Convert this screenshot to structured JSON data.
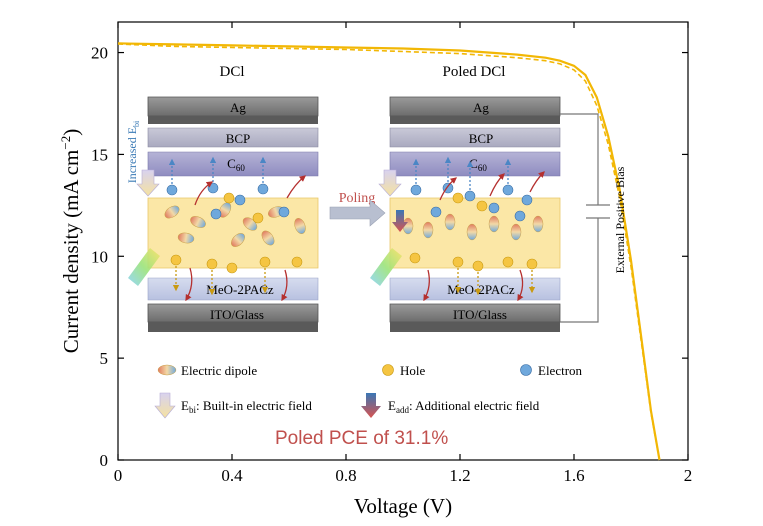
{
  "chart_data": {
    "type": "line",
    "xlabel": "Voltage (V)",
    "ylabel_main": "Current density (mA cm",
    "ylabel_sup": "−2",
    "ylabel_close": ")",
    "xlim": [
      0,
      2
    ],
    "ylim": [
      0,
      21.5
    ],
    "xticks": [
      0,
      0.4,
      0.8,
      1.2,
      1.6,
      2
    ],
    "xtick_labels": [
      "0",
      "0.4",
      "0.8",
      "1.2",
      "1.6",
      "2"
    ],
    "yticks": [
      0,
      5,
      10,
      15,
      20
    ],
    "ytick_labels": [
      "0",
      "5",
      "10",
      "15",
      "20"
    ],
    "grid": false,
    "series": [
      {
        "style": "solid",
        "color": "#f2b705",
        "x": [
          0,
          0.2,
          0.4,
          0.6,
          0.8,
          1.0,
          1.2,
          1.4,
          1.5,
          1.55,
          1.6,
          1.64,
          1.68,
          1.72,
          1.76,
          1.8,
          1.84,
          1.87,
          1.9
        ],
        "y": [
          20.45,
          20.4,
          20.35,
          20.3,
          20.25,
          20.2,
          20.1,
          19.9,
          19.75,
          19.6,
          19.35,
          18.9,
          17.8,
          15.9,
          13.3,
          9.8,
          5.6,
          2.4,
          0
        ]
      },
      {
        "style": "dashed",
        "color": "#f2b705",
        "x": [
          0,
          0.2,
          0.4,
          0.6,
          0.8,
          1.0,
          1.2,
          1.4,
          1.5,
          1.55,
          1.6,
          1.64,
          1.68,
          1.72,
          1.76,
          1.8,
          1.84,
          1.87,
          1.9
        ],
        "y": [
          20.42,
          20.3,
          20.25,
          20.2,
          20.15,
          20.05,
          19.95,
          19.75,
          19.6,
          19.45,
          19.15,
          18.6,
          17.4,
          15.5,
          12.9,
          9.5,
          5.4,
          2.3,
          0
        ]
      }
    ]
  },
  "inset": {
    "left_title": "DCl",
    "right_title": "Poled DCl",
    "layers": {
      "ag": "Ag",
      "bcp": "BCP",
      "c60": "C",
      "c60_sub": "60",
      "htl": "MeO-2PACz",
      "ito": "ITO/Glass"
    },
    "increased_ebi": "Increased E",
    "increased_ebi_sub": "bi",
    "poling": "Poling",
    "external_bias": "External Positive Bias",
    "legend": {
      "dipole": "Electric dipole",
      "hole": "Hole",
      "electron": "Electron",
      "ebi_main": "E",
      "ebi_sub": "bi",
      "ebi_rest": ": Built-in electric field",
      "eadd_main": "E",
      "eadd_sub": "add",
      "eadd_rest": ": Additional electric field"
    },
    "pce_text": "Poled PCE of 31.1%",
    "colors": {
      "accent_red": "#c0504d",
      "curve": "#f2b705",
      "perovskite": "#fbe7a6",
      "hole": "#f5c542",
      "electron": "#5b9bd5"
    }
  }
}
